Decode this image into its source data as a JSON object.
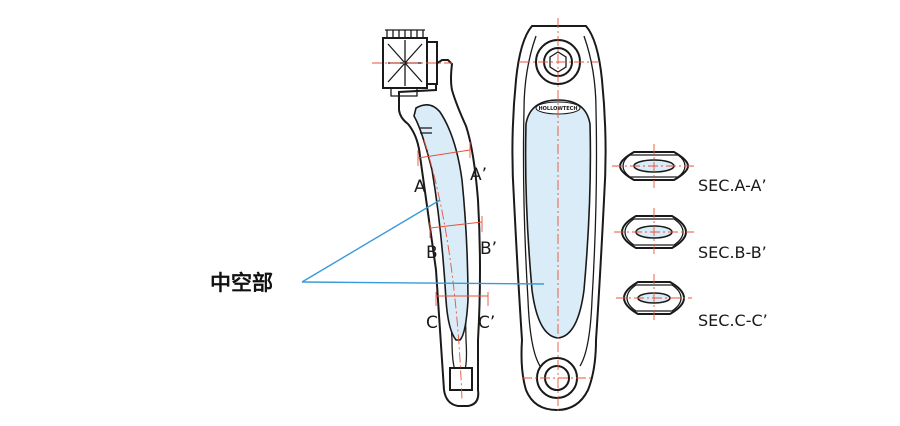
{
  "callout": {
    "label": "中空部"
  },
  "side_view_sections": [
    {
      "left": "A",
      "right": "A’"
    },
    {
      "left": "B",
      "right": "B’"
    },
    {
      "left": "C",
      "right": "C’"
    }
  ],
  "cross_sections": [
    {
      "label": "SEC.A-A’"
    },
    {
      "label": "SEC.B-B’"
    },
    {
      "label": "SEC.C-C’"
    }
  ],
  "front_view": {
    "logo_text": "HOLLOWTECH"
  },
  "colors": {
    "hollow_fill": "#d9ecf8",
    "leader": "#3a9ad9",
    "centerline": "#e8533a",
    "outline": "#1a1a1a"
  }
}
